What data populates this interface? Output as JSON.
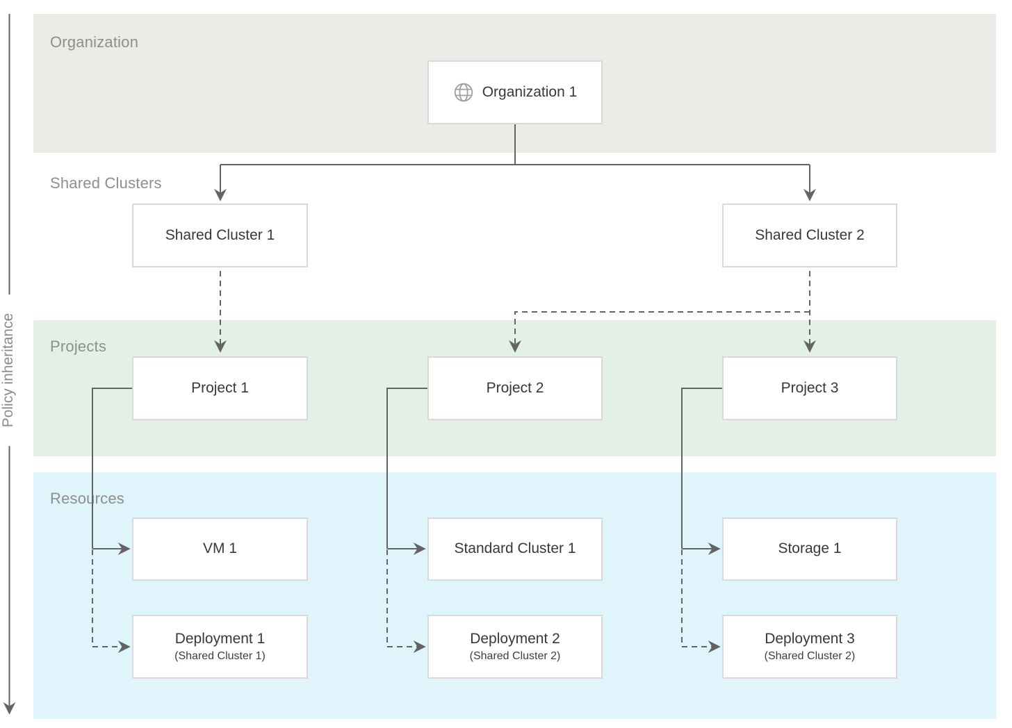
{
  "policy_axis": {
    "label": "Policy inheritance"
  },
  "sections": {
    "organization": {
      "label": "Organization",
      "band_color": "#ECEBE8"
    },
    "shared_clusters": {
      "label": "Shared Clusters",
      "band_color": "none"
    },
    "projects": {
      "label": "Projects",
      "band_color": "#E2F0E6"
    },
    "resources": {
      "label": "Resources",
      "band_color": "#DFF4FB"
    }
  },
  "nodes": {
    "organization_1": {
      "label": "Organization 1",
      "icon": "globe-icon"
    },
    "shared_cluster_1": {
      "label": "Shared Cluster 1"
    },
    "shared_cluster_2": {
      "label": "Shared Cluster 2"
    },
    "project_1": {
      "label": "Project 1"
    },
    "project_2": {
      "label": "Project 2"
    },
    "project_3": {
      "label": "Project 3"
    },
    "vm_1": {
      "label": "VM 1"
    },
    "standard_cluster_1": {
      "label": "Standard Cluster 1"
    },
    "storage_1": {
      "label": "Storage 1"
    },
    "deployment_1": {
      "label": "Deployment 1",
      "sublabel": "(Shared Cluster 1)"
    },
    "deployment_2": {
      "label": "Deployment 2",
      "sublabel": "(Shared Cluster 2)"
    },
    "deployment_3": {
      "label": "Deployment 3",
      "sublabel": "(Shared Cluster 2)"
    }
  },
  "edges": [
    {
      "from": "organization_1",
      "to": "shared_cluster_1",
      "style": "solid-arrow"
    },
    {
      "from": "organization_1",
      "to": "shared_cluster_2",
      "style": "solid-arrow"
    },
    {
      "from": "shared_cluster_1",
      "to": "project_1",
      "style": "dashed-arrow"
    },
    {
      "from": "shared_cluster_2",
      "to": "project_2",
      "style": "dashed-arrow"
    },
    {
      "from": "shared_cluster_2",
      "to": "project_3",
      "style": "dashed-arrow"
    },
    {
      "from": "project_1",
      "to": "vm_1",
      "style": "solid-arrow"
    },
    {
      "from": "project_1",
      "to": "deployment_1",
      "style": "dashed-arrow"
    },
    {
      "from": "project_2",
      "to": "standard_cluster_1",
      "style": "solid-arrow"
    },
    {
      "from": "project_2",
      "to": "deployment_2",
      "style": "dashed-arrow"
    },
    {
      "from": "project_3",
      "to": "storage_1",
      "style": "solid-arrow"
    },
    {
      "from": "project_3",
      "to": "deployment_3",
      "style": "dashed-arrow"
    }
  ],
  "colors": {
    "line": "#636363",
    "band_label_text": "#8E8E8E",
    "node_text": "#383838",
    "node_border": "#DBD9D7",
    "globe_icon": "#9BA0A4"
  }
}
